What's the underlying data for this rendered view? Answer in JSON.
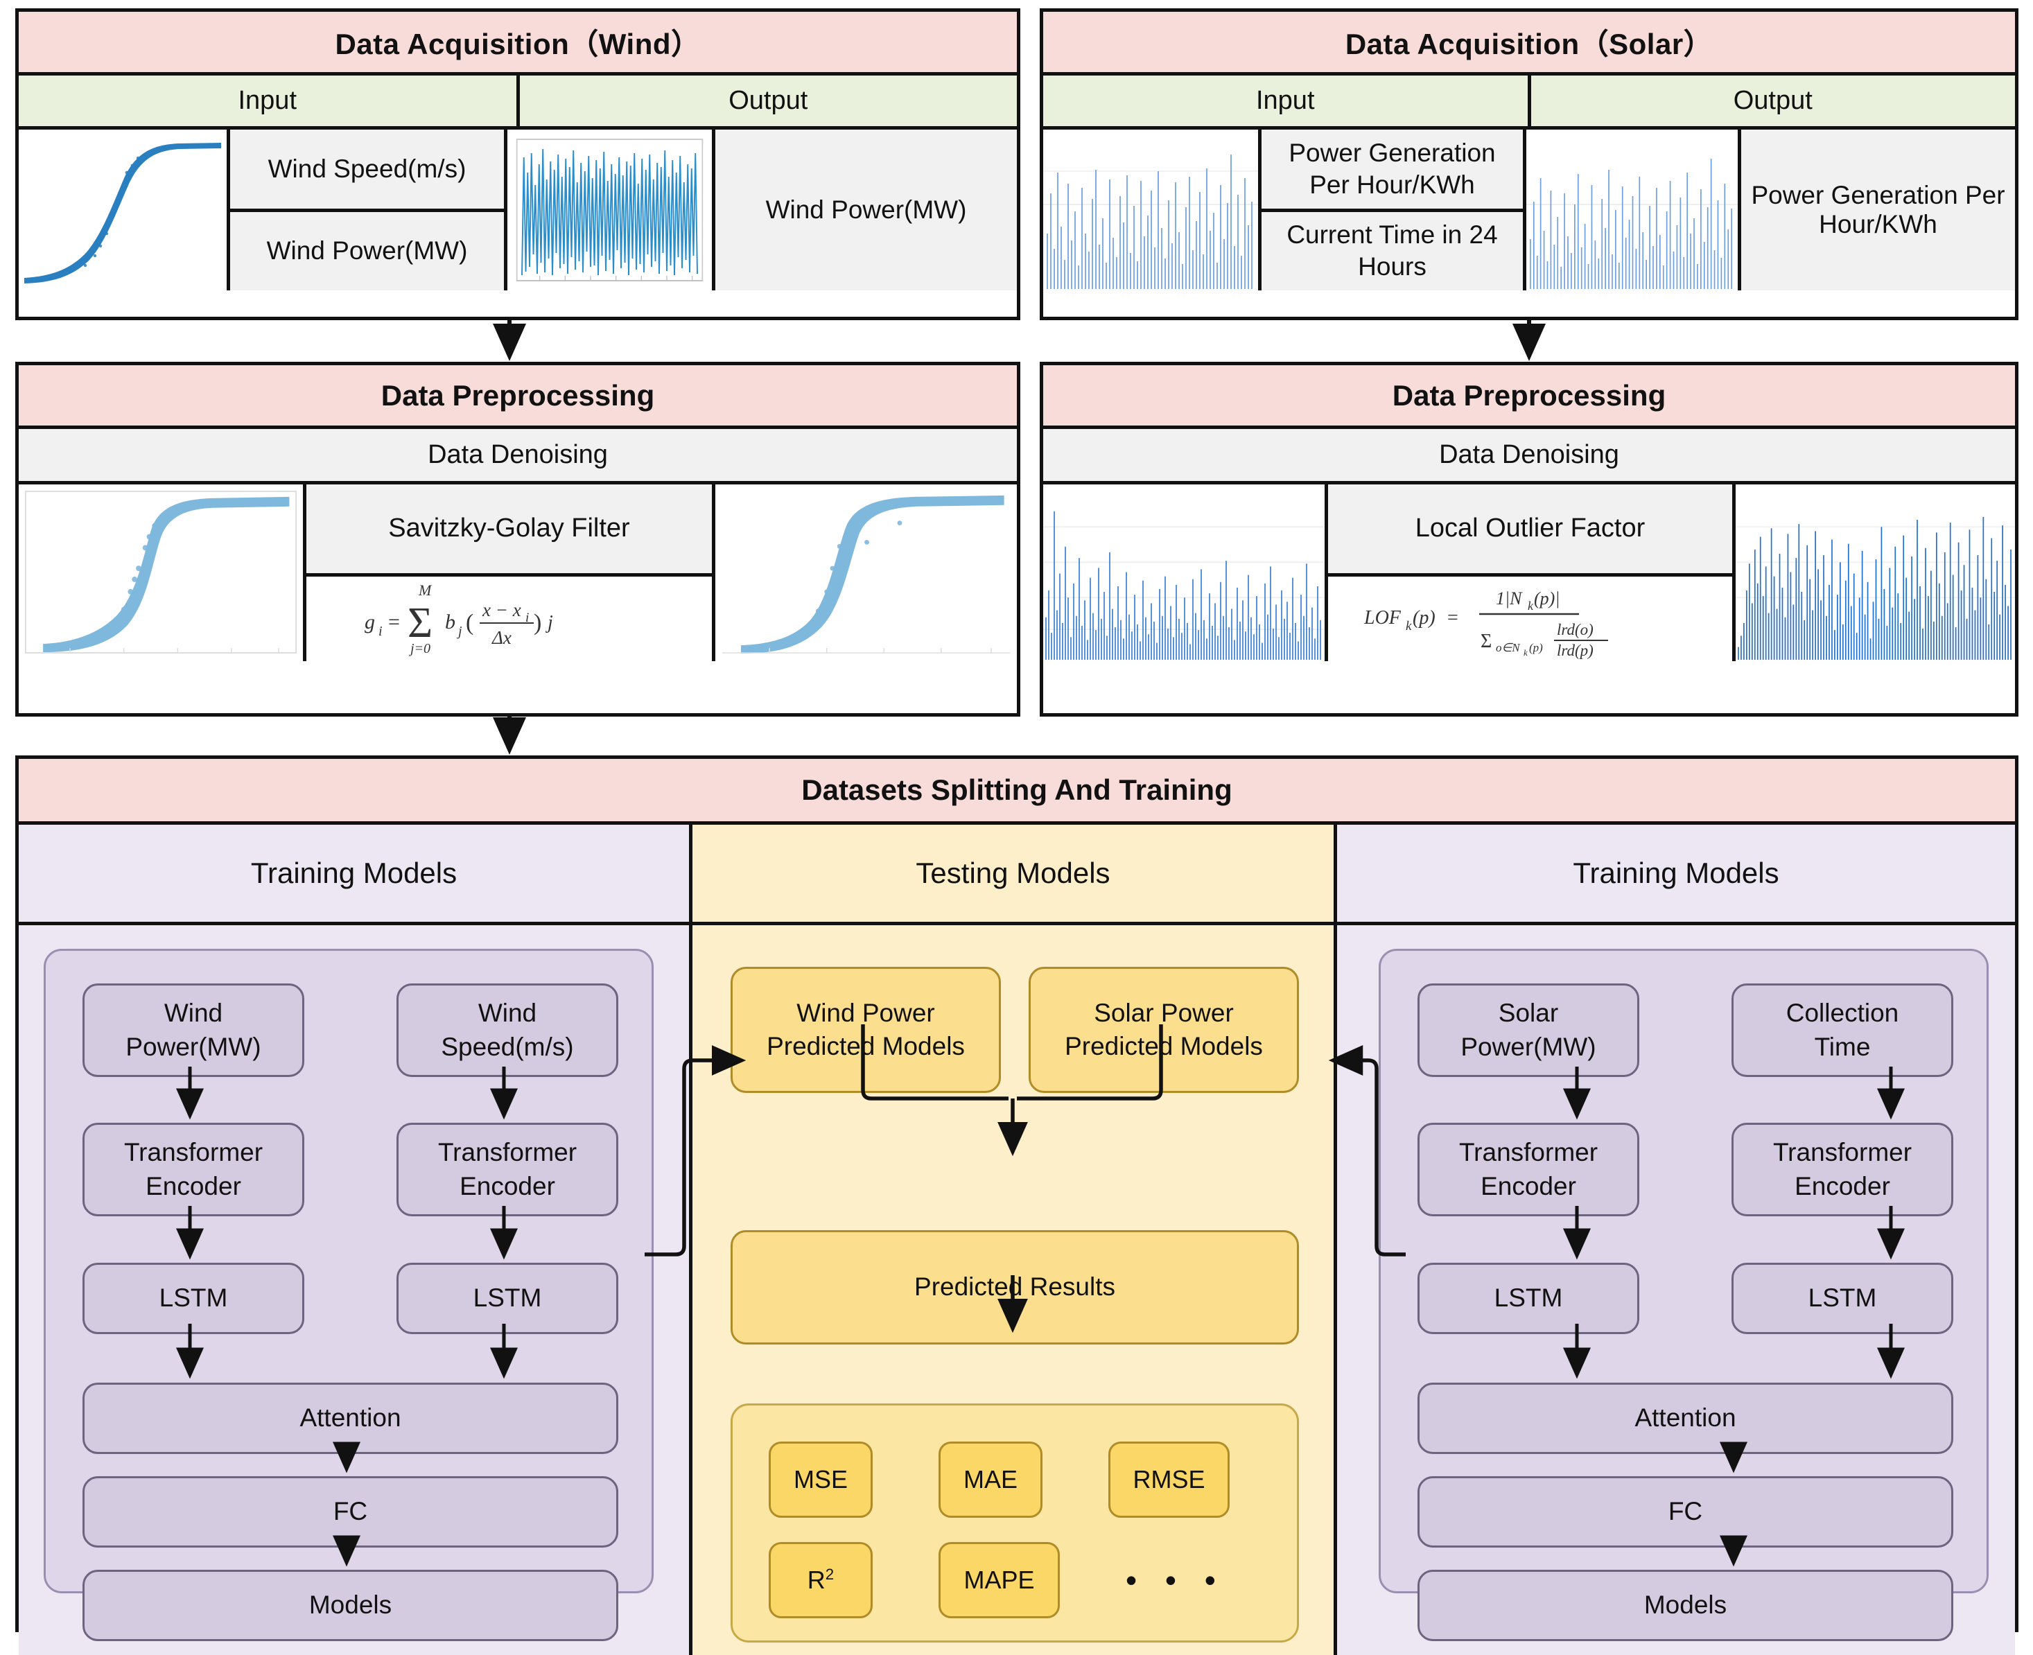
{
  "acquisition": [
    {
      "title": "Data Acquisition（Wind）",
      "input_header": "Input",
      "output_header": "Output",
      "input_labels": [
        "Wind Speed(m/s)",
        "Wind Power(MW)"
      ],
      "output_label": "Wind Power(MW)",
      "input_plot": "wind-power-curve-scatter",
      "output_plot": "wind-power-timeseries"
    },
    {
      "title": "Data Acquisition（Solar）",
      "input_header": "Input",
      "output_header": "Output",
      "input_labels": [
        "Power Generation Per Hour/KWh",
        "Current Time in 24 Hours"
      ],
      "output_label": "Power Generation Per Hour/KWh",
      "input_plot": "solar-generation-spikes",
      "output_plot": "solar-generation-spikes"
    }
  ],
  "preprocessing": [
    {
      "title": "Data Preprocessing",
      "subtitle": "Data Denoising",
      "method": "Savitzky-Golay Filter",
      "formula_plain": "g_i = sum_{j=0}^{M} b_j ((x - x_i)/(Delta x)) j",
      "before_plot": "wind-scatter-noisy",
      "after_plot": "wind-scatter-denoised"
    },
    {
      "title": "Data Preprocessing",
      "subtitle": "Data Denoising",
      "method": "Local Outlier Factor",
      "formula_plain": "LOF_k(p) = (1|N_k(p)|) / (sum_{o in N_k(p)} lrd(o)/lrd(p))",
      "before_plot": "solar-noisy-spikes",
      "after_plot": "solar-denoised-spikes"
    }
  ],
  "datasets": {
    "title": "Datasets Splitting And Training",
    "columns": [
      {
        "header": "Training Models",
        "kind": "training",
        "inputs": [
          "Wind\nPower(MW)",
          "Wind\nSpeed(m/s)"
        ],
        "encoders": [
          "Transformer\nEncoder",
          "Transformer\nEncoder"
        ],
        "lstms": [
          "LSTM",
          "LSTM"
        ],
        "attention": "Attention",
        "fc": "FC",
        "models": "Models"
      },
      {
        "header": "Testing Models",
        "kind": "testing",
        "predicted_models": [
          "Wind Power\nPredicted Models",
          "Solar Power\nPredicted Models"
        ],
        "predicted_results": "Predicted Results",
        "metrics_row1": [
          "MSE",
          "MAE",
          "RMSE"
        ],
        "metrics_row2": [
          "R2",
          "MAPE"
        ],
        "metrics_ellipsis": "• • •"
      },
      {
        "header": "Training Models",
        "kind": "training",
        "inputs": [
          "Solar\nPower(MW)",
          "Collection\nTime"
        ],
        "encoders": [
          "Transformer\nEncoder",
          "Transformer\nEncoder"
        ],
        "lstms": [
          "LSTM",
          "LSTM"
        ],
        "attention": "Attention",
        "fc": "FC",
        "models": "Models"
      }
    ]
  },
  "colors": {
    "header_pink": "#f8dcda",
    "header_green": "#e9f0dc",
    "cell_grey": "#f1f1f1",
    "lavender_bg": "#ece7f2",
    "lavender_inner": "#e0d6ea",
    "node_purple": "#d5cbe0",
    "yellow_bg": "#fcefca",
    "yellow_inner": "#fce6a4",
    "node_yellow": "#fbde8e",
    "metric_yellow": "#fbd768",
    "plot_blue": "#2a7fc0",
    "plot_blue_light": "#7fb8dd",
    "border": "#111111"
  }
}
